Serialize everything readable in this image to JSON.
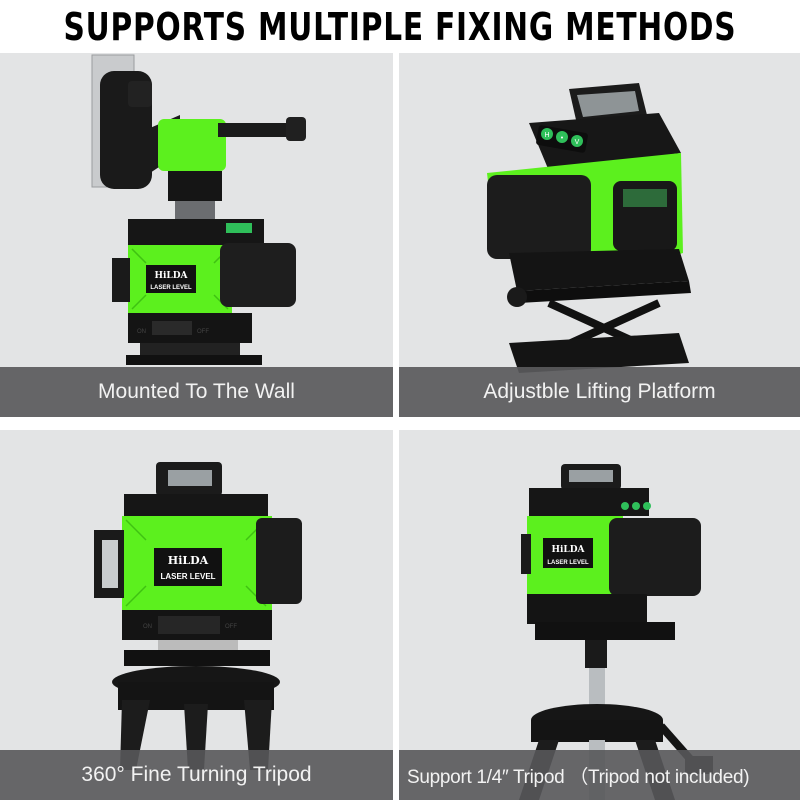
{
  "header": {
    "title": "SUPPORTS MULTIPLE FIXING METHODS"
  },
  "colors": {
    "panel_bg": "#e3e4e5",
    "caption_bg": "#5a5a5c",
    "caption_text": "#f2f2f2",
    "device_green": "#5cf01e",
    "device_black": "#141414"
  },
  "panels": [
    {
      "caption": "Mounted To The Wall",
      "product": {
        "brand": "HiLDA",
        "model_label": "LASER LEVEL",
        "switch_on": "ON",
        "switch_off": "OFF"
      }
    },
    {
      "caption": "Adjustble Lifting Platform",
      "product": {
        "buttons": [
          "H",
          "•",
          "V"
        ]
      }
    },
    {
      "caption": "360° Fine Turning Tripod",
      "product": {
        "brand": "HiLDA",
        "model_label": "LASER LEVEL",
        "switch_on": "ON",
        "switch_off": "OFF"
      }
    },
    {
      "caption": "Support 1/4″  Tripod （Tripod not included)",
      "product": {
        "brand": "HiLDA",
        "model_label": "LASER LEVEL"
      }
    }
  ]
}
